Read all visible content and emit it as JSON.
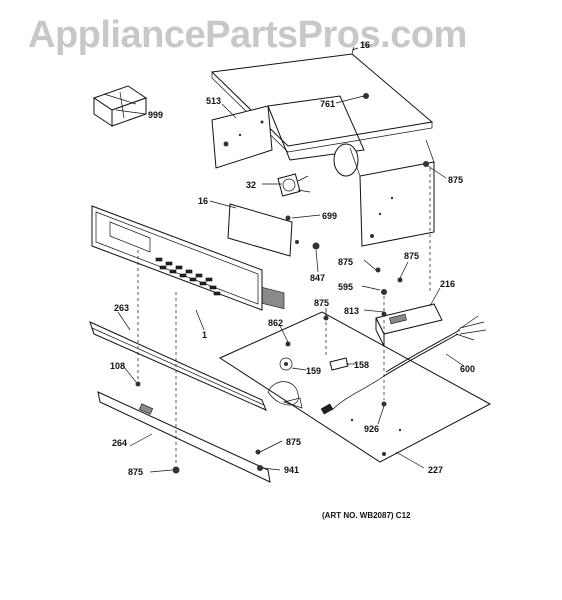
{
  "watermark": "AppliancePartsPros.com",
  "art_number": "(ART NO. WB2087) C12",
  "callouts": {
    "c999": "999",
    "c16_top": "16",
    "c513": "513",
    "c761": "761",
    "c875_a": "875",
    "c32": "32",
    "c16_left": "16",
    "c699": "699",
    "c847": "847",
    "c875_b": "875",
    "c875_c": "875",
    "c595": "595",
    "c216": "216",
    "c263": "263",
    "c1": "1",
    "c862": "862",
    "c875_d": "875",
    "c813": "813",
    "c158": "158",
    "c159": "159",
    "c600": "600",
    "c108": "108",
    "c926": "926",
    "c264": "264",
    "c875_e": "875",
    "c941": "941",
    "c227": "227",
    "c875_f": "875"
  }
}
